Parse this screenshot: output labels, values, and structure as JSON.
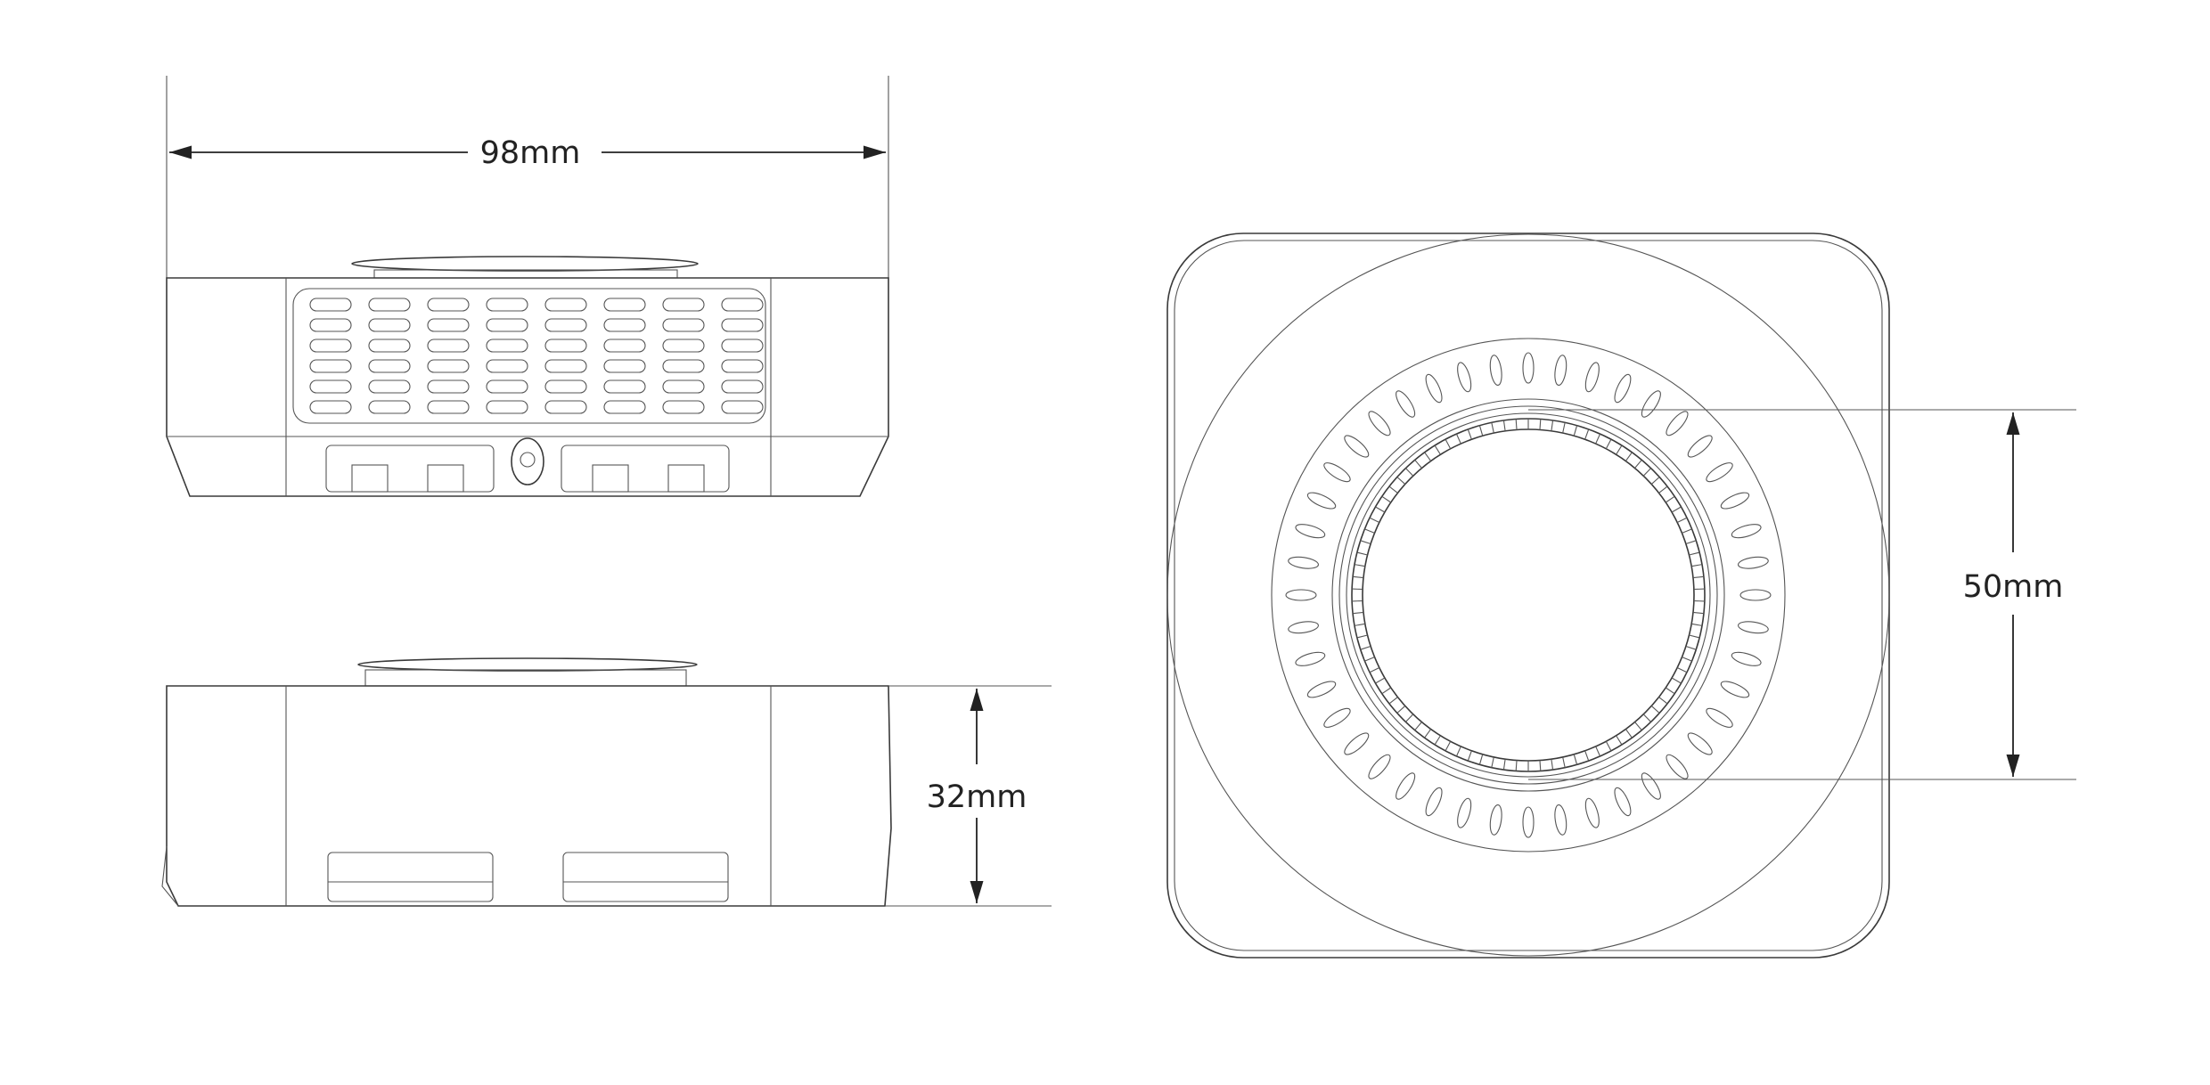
{
  "drawing": {
    "top_view": {
      "width_label": "98mm"
    },
    "side_view": {
      "height_label": "32mm"
    },
    "front_view": {
      "diameter_label": "50mm"
    }
  },
  "colors": {
    "line": "#3a3a3a",
    "background": "#ffffff"
  }
}
